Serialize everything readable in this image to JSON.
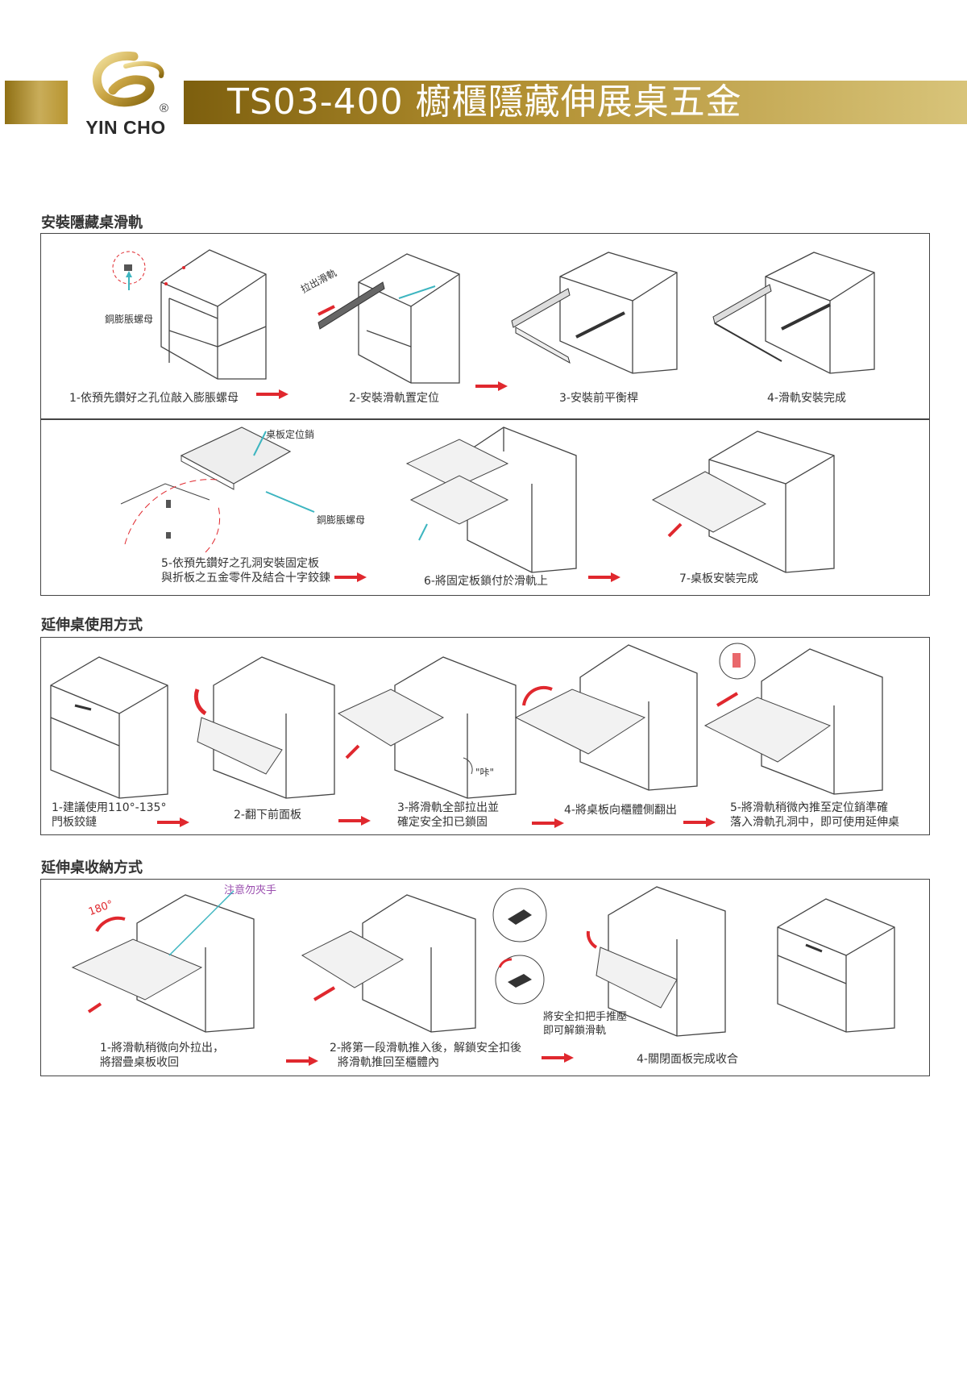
{
  "header": {
    "title": "TS03-400 櫥櫃隱藏伸展桌五金",
    "brand": "YIN CHO",
    "registered": "®",
    "brand_color": "#b08d2e"
  },
  "section1": {
    "heading": "安裝隱藏桌滑軌",
    "row1": {
      "steps": [
        "1-依預先鑽好之孔位敲入膨脹螺母",
        "2-安裝滑軌置定位",
        "3-安裝前平衡桿",
        "4-滑軌安裝完成"
      ],
      "label_nut": "銅膨脹螺母",
      "label_pull": "拉出滑軌"
    },
    "row2": {
      "step5_line1": "5-依預先鑽好之孔洞安裝固定板",
      "step5_line2": "與折板之五金零件及結合十字鉸鍊",
      "step6": "6-將固定板鎖付於滑軌上",
      "step7": "7-桌板安裝完成",
      "label_pin": "桌板定位銷",
      "label_nut": "銅膨脹螺母"
    }
  },
  "section2": {
    "heading": "延伸桌使用方式",
    "step1_line1": "1-建議使用110°-135°",
    "step1_line2": "門板鉸鏈",
    "step2": "2-翻下前面板",
    "step3_line1": "3-將滑軌全部拉出並",
    "step3_line2": "確定安全扣已鎖固",
    "step4": "4-將桌板向櫃體側翻出",
    "step5_line1": "5-將滑軌稍微內推至定位銷準確",
    "step5_line2": "落入滑軌孔洞中，即可使用延伸桌",
    "click_sound": "\"咔\""
  },
  "section3": {
    "heading": "延伸桌收納方式",
    "warning": "注意勿夾手",
    "angle": "180°",
    "step1_line1": "1-將滑軌稍微向外拉出，",
    "step1_line2": "將摺疊桌板收回",
    "step2_line1": "2-將第一段滑軌推入後，解鎖安全扣後",
    "step2_line2": "將滑軌推回至櫃體內",
    "note_line1": "將安全扣把手推壓",
    "note_line2": "即可解鎖滑軌",
    "step4": "4-關閉面板完成收合"
  },
  "colors": {
    "arrow_red": "#e0282e",
    "cyan": "#3db5c0",
    "line": "#444444",
    "purple": "#9b4fb0"
  }
}
